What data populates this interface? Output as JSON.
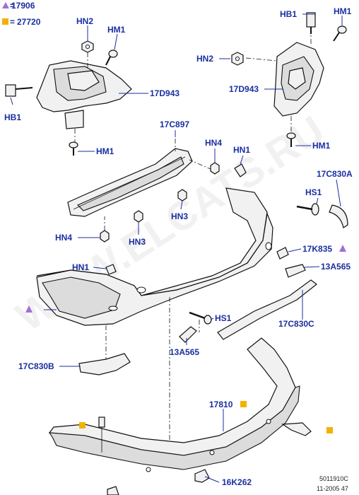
{
  "legend": {
    "triangle_code": "17906",
    "square_code": "27720",
    "triangle_color": "#a070d8",
    "square_color": "#f2b200"
  },
  "watermark": "WWW.ELCATS.RU",
  "labels": {
    "hn2_left": "HN2",
    "hm1_left_top": "HM1",
    "hb1_left": "HB1",
    "p17d943_left": "17D943",
    "hm1_left_bottom": "HM1",
    "hb1_right": "HB1",
    "hm1_right_top": "HM1",
    "hn2_right": "HN2",
    "p17d943_right": "17D943",
    "hm1_right_bottom": "HM1",
    "p17c897": "17C897",
    "hn4_top": "HN4",
    "hn1_top": "HN1",
    "p17c830a": "17C830A",
    "hs1_top": "HS1",
    "hn3_right": "HN3",
    "hn4_left": "HN4",
    "hn3_left": "HN3",
    "p17k835": "17K835",
    "hn1_mid": "HN1",
    "p13a565_right": "13A565",
    "hs1_mid": "HS1",
    "p17c830c": "17C830C",
    "p13a565_left": "13A565",
    "p17c830b": "17C830B",
    "p17810": "17810",
    "p16k262": "16K262"
  },
  "footer": {
    "code": "5011910C",
    "date": "11-2005 47"
  }
}
